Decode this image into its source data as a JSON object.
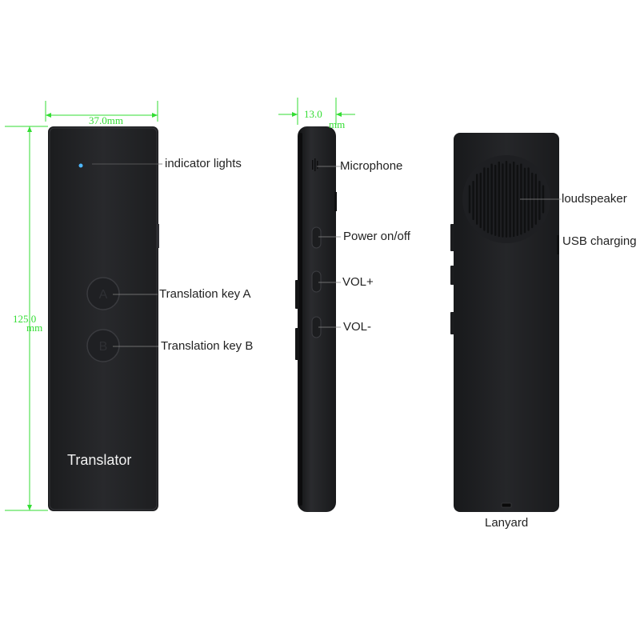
{
  "title": "",
  "colors": {
    "dimension": "#33dd33",
    "device_body": "#232427",
    "device_edge": "#17181a",
    "label_text": "#222222",
    "leader_line": "#444444",
    "indicator": "#4db8ff"
  },
  "dimensions": {
    "width": {
      "value": "37.0",
      "unit": "mm"
    },
    "thickness": {
      "value": "13.0",
      "unit": "mm"
    },
    "height": {
      "value": "125.0",
      "unit": "mm"
    }
  },
  "front_view": {
    "brand": "Translator",
    "key_a_glyph": "A",
    "key_b_glyph": "B",
    "labels": {
      "indicator": "indicator lights",
      "key_a": "Translation key A",
      "key_b": "Translation key B"
    }
  },
  "side_view": {
    "labels": {
      "microphone": "Microphone",
      "power": "Power on/off",
      "vol_up": "VOL+",
      "vol_down": "VOL-"
    }
  },
  "back_view": {
    "labels": {
      "speaker": "loudspeaker",
      "usb": "USB charging",
      "lanyard": "Lanyard"
    }
  }
}
